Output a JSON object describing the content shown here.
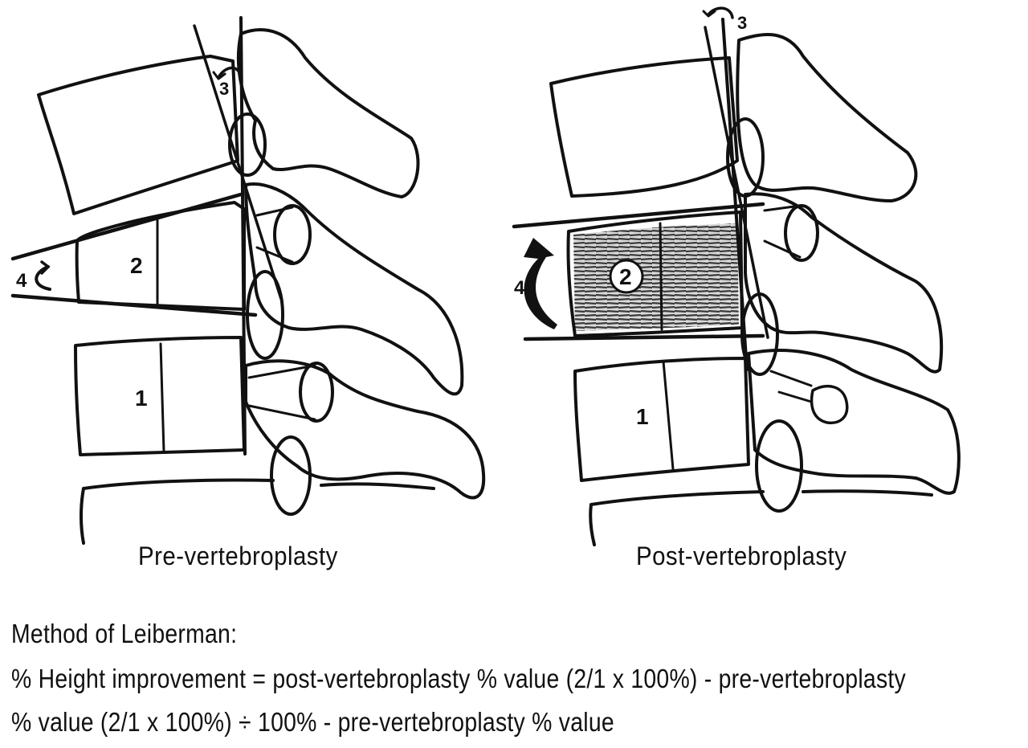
{
  "diagram": {
    "left_panel": {
      "caption": "Pre-vertebroplasty",
      "labels": {
        "v1": "1",
        "v2": "2",
        "angle3": "3",
        "angle4": "4"
      }
    },
    "right_panel": {
      "caption": "Post-vertebroplasty",
      "labels": {
        "v1": "1",
        "v2": "2",
        "angle3": "3",
        "angle4": "4"
      }
    }
  },
  "method": {
    "title": "Method of Leiberman:",
    "formula_line1": "% Height improvement = post-vertebroplasty % value (2/1 x 100%) - pre-vertebroplasty",
    "formula_line2": "% value (2/1 x 100%) ÷ 100% - pre-vertebroplasty % value"
  }
}
